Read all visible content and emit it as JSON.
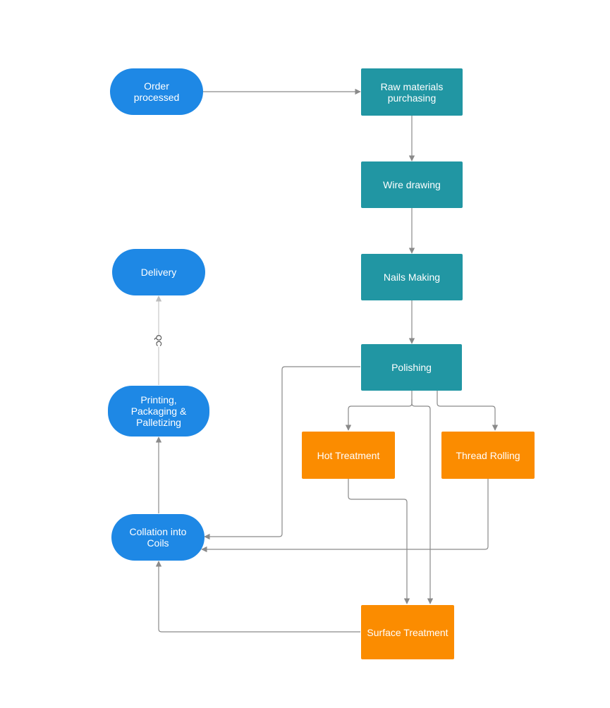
{
  "colors": {
    "start_end": "#1E88E5",
    "process": "#2196A3",
    "treatment": "#FB8C00",
    "connector": "#8a8a8a",
    "connector_light": "#c8c8c8"
  },
  "nodes": {
    "order_processed": {
      "label": "Order\nprocessed"
    },
    "raw_materials": {
      "label": "Raw materials\npurchasing"
    },
    "wire_drawing": {
      "label": "Wire drawing"
    },
    "nails_making": {
      "label": "Nails Making"
    },
    "polishing": {
      "label": "Polishing"
    },
    "hot_treatment": {
      "label": "Hot  Treatment"
    },
    "thread_rolling": {
      "label": "Thread Rolling"
    },
    "surface_treatment": {
      "label": "Surface  Treatment"
    },
    "collation": {
      "label": "Collation into\nCoils"
    },
    "printing": {
      "label": "Printing,\nPackaging &\nPalletizing"
    },
    "delivery": {
      "label": "Delivery"
    }
  },
  "edge_labels": {
    "qc": "QC"
  }
}
